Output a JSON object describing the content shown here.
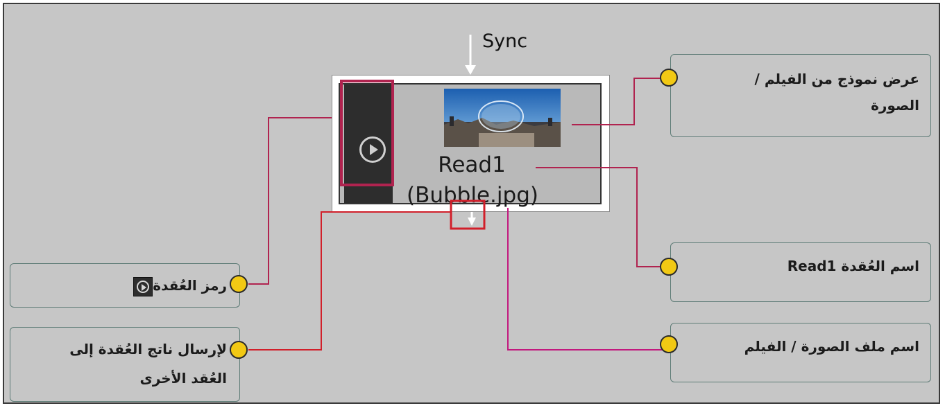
{
  "node": {
    "sync_label": "Sync",
    "name": "Read1",
    "file": "(Bubble.jpg)",
    "icon": "play-circle-icon",
    "thumbnail": "bubble-photo"
  },
  "callouts": {
    "thumbnail_preview": [
      "عرض نموذج من الفيلم /",
      "الصورة"
    ],
    "node_name": "اسم العُقدة Read1",
    "file_name": "اسم ملف الصورة / الفيلم",
    "node_icon": "رمز العُقدة",
    "output": [
      "لإرسال ناتج العُقدة إلى",
      "العُقد الأخرى"
    ]
  },
  "colors": {
    "background": "#c6c6c6",
    "connector_dot": "#f2c914",
    "wire_crimson": "#b0234f",
    "wire_red": "#d11f2a",
    "wire_magenta": "#c2187e",
    "callout_border": "#5d7b76"
  }
}
